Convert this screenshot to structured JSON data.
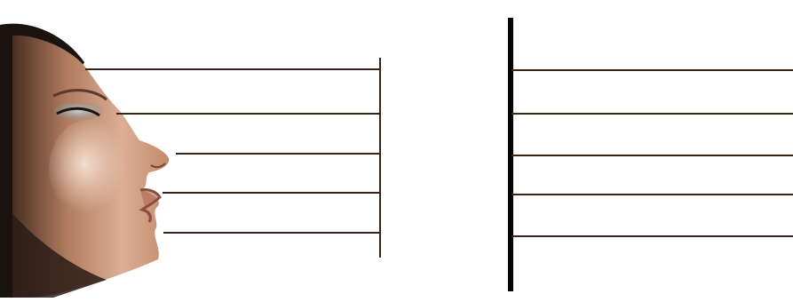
{
  "colors": {
    "background": "#ffffff",
    "line": "#3a2418",
    "bar": "#050505",
    "face_dark": "#1a1310",
    "face_skin": "#c99476",
    "face_highlight": "#f1d4c0",
    "eye_shadow": "#8ea3a6"
  },
  "figure": {
    "left_group": "face-profile-with-lines",
    "right_group": "vertical-bar-with-lines",
    "left_line_count": 5,
    "right_line_count": 5
  }
}
